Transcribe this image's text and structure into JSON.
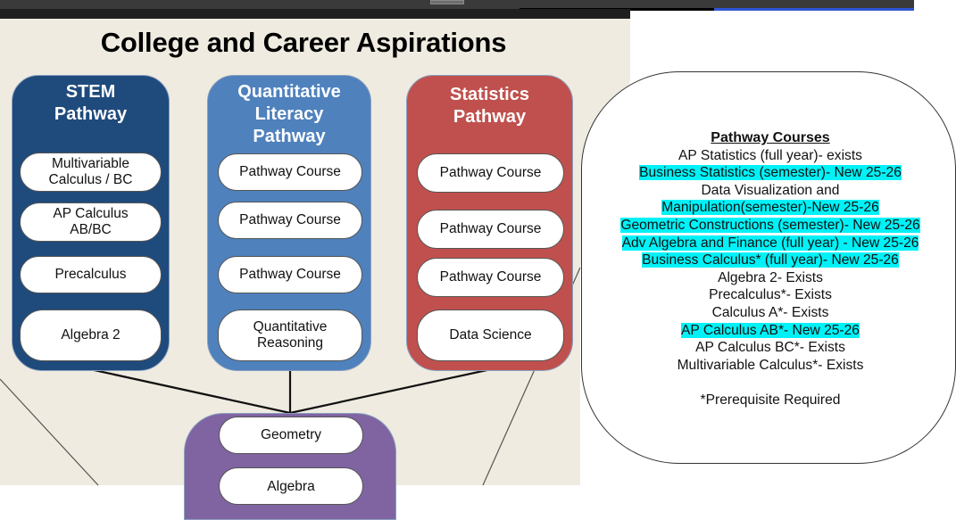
{
  "title": "College and Career Aspirations",
  "colors": {
    "stem": "#1f4a7c",
    "quantitative": "#4f81bd",
    "statistics": "#c0504d",
    "foundation": "#8064a2",
    "panel_bg": "#efebe0",
    "highlight": "#00f2f7"
  },
  "pathways": [
    {
      "name_lines": [
        "STEM",
        "Pathway"
      ],
      "courses": [
        [
          "Multivariable",
          "Calculus / BC"
        ],
        [
          "AP Calculus",
          "AB/BC"
        ],
        [
          "Precalculus"
        ],
        [
          "Algebra 2"
        ]
      ]
    },
    {
      "name_lines": [
        "Quantitative",
        "Literacy",
        "Pathway"
      ],
      "courses": [
        [
          "Pathway Course"
        ],
        [
          "Pathway Course"
        ],
        [
          "Pathway Course"
        ],
        [
          "Quantitative",
          "Reasoning"
        ]
      ]
    },
    {
      "name_lines": [
        "Statistics",
        "Pathway"
      ],
      "courses": [
        [
          "Pathway Course"
        ],
        [
          "Pathway Course"
        ],
        [
          "Pathway Course"
        ],
        [
          "Data Science"
        ]
      ]
    }
  ],
  "foundation": {
    "courses": [
      "Geometry",
      "Algebra"
    ]
  },
  "pathway_courses": {
    "heading": "Pathway Courses",
    "items": [
      {
        "text": "AP Statistics (full year)- exists",
        "highlight": false
      },
      {
        "text": "Business Statistics (semester)- New 25-26",
        "highlight": true
      },
      {
        "text": "Data Visualization and",
        "highlight": false
      },
      {
        "text": "Manipulation(semester)-New 25-26",
        "highlight": true
      },
      {
        "text": "Geometric Constructions (semester)- New 25-26",
        "highlight": true
      },
      {
        "text": "Adv Algebra and Finance (full year) - New 25-26",
        "highlight": true
      },
      {
        "text": "Business Calculus* (full year)- New 25-26",
        "highlight": true
      },
      {
        "text": "Algebra 2- Exists",
        "highlight": false
      },
      {
        "text": "Precalculus*- Exists",
        "highlight": false
      },
      {
        "text": "Calculus A*- Exists",
        "highlight": false
      },
      {
        "text": "AP Calculus AB*- New 25-26",
        "highlight": true
      },
      {
        "text": "AP Calculus BC*- Exists",
        "highlight": false
      },
      {
        "text": "Multivariable Calculus*- Exists",
        "highlight": false
      }
    ],
    "footnote": "*Prerequisite Required"
  }
}
